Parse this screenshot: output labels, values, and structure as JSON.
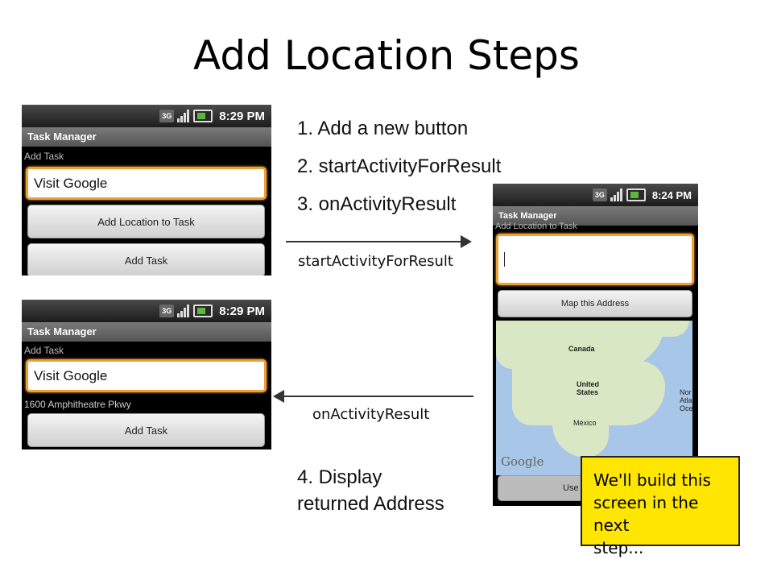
{
  "slide": {
    "title": "Add Location Steps"
  },
  "steps": [
    "1.  Add a new button",
    "2.  startActivityForResult",
    "3.  onActivityResult"
  ],
  "step4": {
    "line1": "4. Display",
    "line2": "returned Address"
  },
  "arrows": {
    "forward_label": "startActivityForResult",
    "back_label": "onActivityResult"
  },
  "phone_top": {
    "time": "8:29 PM",
    "network": "3G",
    "app_title": "Task Manager",
    "section_label": "Add Task",
    "task_value": "Visit Google",
    "add_location_button": "Add Location to Task",
    "add_task_button": "Add Task"
  },
  "phone_bottom": {
    "time": "8:29 PM",
    "network": "3G",
    "app_title": "Task Manager",
    "section_label": "Add Task",
    "task_value": "Visit Google",
    "address_text": "1600 Amphitheatre Pkwy",
    "add_task_button": "Add Task"
  },
  "phone_right": {
    "time": "8:24 PM",
    "network": "3G",
    "app_title": "Task Manager",
    "section_label": "Add Location to Task",
    "address_value": "",
    "map_button": "Map this Address",
    "map_labels": {
      "canada": "Canada",
      "us": "United\nStates",
      "mexico": "México",
      "atl": "Nor\nAtla\nOce"
    },
    "map_logo": "Google",
    "bottom_button_partial": "Use"
  },
  "callout": {
    "text": "We'll build this\nscreen in the next\nstep..."
  },
  "colors": {
    "focus_orange": "#f0a030",
    "note_yellow": "#ffe600",
    "map_water": "#a8c6e8"
  }
}
